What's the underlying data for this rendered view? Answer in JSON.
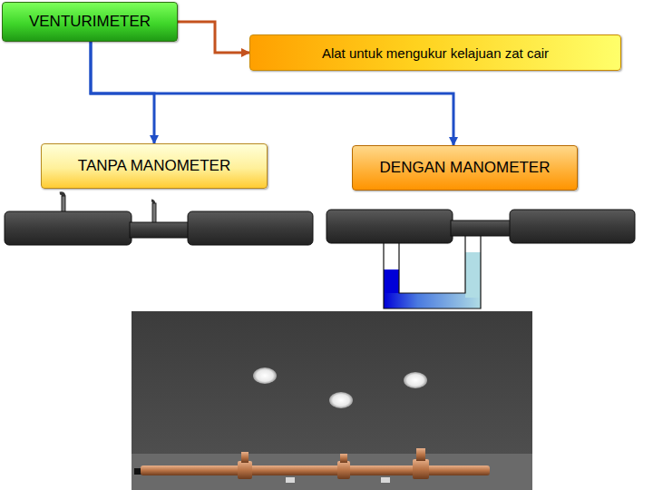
{
  "diagram": {
    "nodes": [
      {
        "text": [
          "VENTURIMETER"
        ]
      },
      {
        "text": [
          "Alat untuk mengukur kelajuan zat cair"
        ]
      },
      {
        "text": [
          "TANPA MANOMETER"
        ]
      },
      {
        "text": [
          "DENGAN MANOMETER"
        ]
      }
    ],
    "edges": [
      {
        "from": 0,
        "to": 1,
        "arrow": "to"
      },
      {
        "from": 0,
        "to": 2,
        "arrow": "to"
      },
      {
        "from": 0,
        "to": 3,
        "arrow": "to"
      }
    ]
  }
}
